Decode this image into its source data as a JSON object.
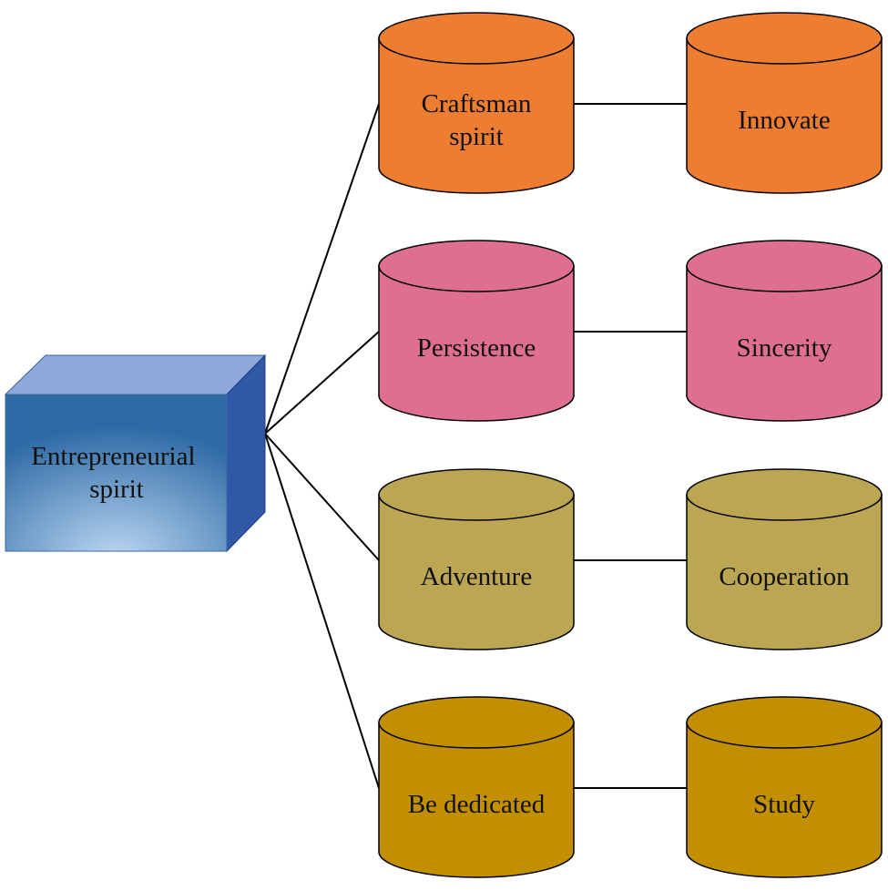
{
  "root": {
    "label_lines": [
      "Entrepreneurial",
      "spirit"
    ]
  },
  "rows": [
    {
      "left": {
        "label_lines": [
          "Craftsman",
          "spirit"
        ]
      },
      "right": {
        "label_lines": [
          "Innovate"
        ]
      },
      "color": "#ed7d31"
    },
    {
      "left": {
        "label_lines": [
          "Persistence"
        ]
      },
      "right": {
        "label_lines": [
          "Sincerity"
        ]
      },
      "color": "#de6f91"
    },
    {
      "left": {
        "label_lines": [
          "Adventure"
        ]
      },
      "right": {
        "label_lines": [
          "Cooperation"
        ]
      },
      "color": "#bba653"
    },
    {
      "left": {
        "label_lines": [
          "Be dedicated"
        ]
      },
      "right": {
        "label_lines": [
          "Study"
        ]
      },
      "color": "#c28f00"
    }
  ],
  "colors": {
    "box_front_light": "#bcd8f2",
    "box_front_dark": "#2e6aa5",
    "box_top": "#8eaadc",
    "box_side": "#2f58a6",
    "stroke": "#000000"
  }
}
